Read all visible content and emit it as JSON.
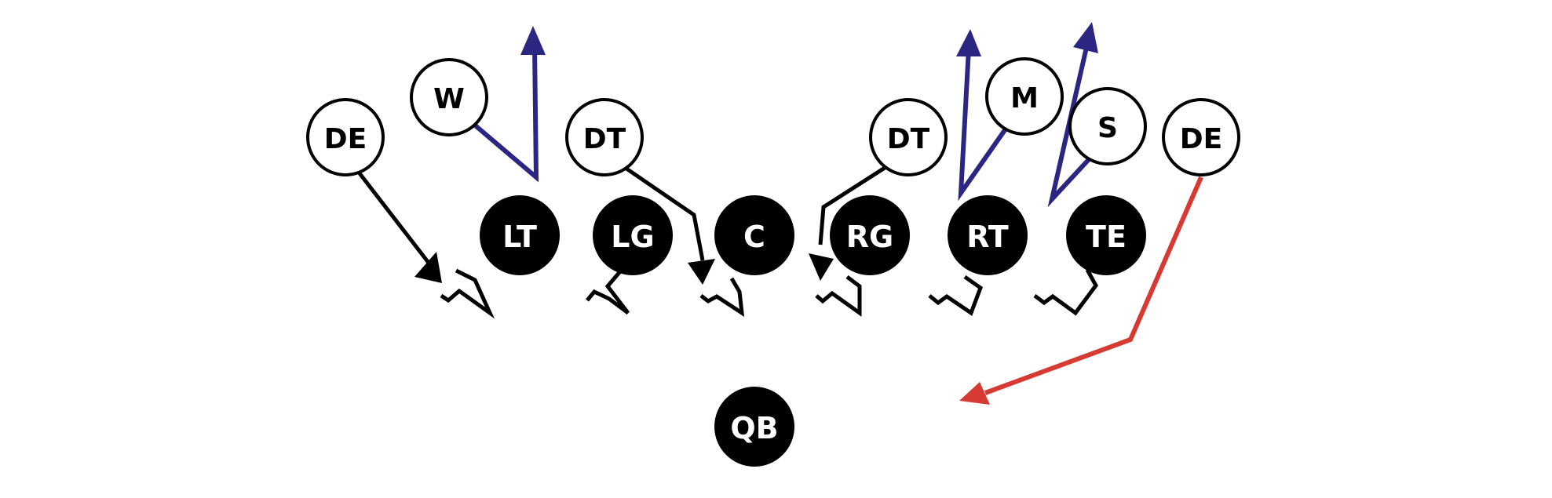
{
  "colors": {
    "offense_fill": "#000000",
    "offense_text": "#ffffff",
    "defense_fill": "#ffffff",
    "defense_stroke": "#000000",
    "blocking_path": "#000000",
    "linebacker_path": "#2c2683",
    "rusher_path": "#d63a32"
  },
  "offense": {
    "lt": "LT",
    "lg": "LG",
    "c": "C",
    "rg": "RG",
    "rt": "RT",
    "te": "TE",
    "qb": "QB"
  },
  "defense": {
    "de_left": "DE",
    "w": "W",
    "dt_left": "DT",
    "dt_right": "DT",
    "m": "M",
    "s": "S",
    "de_right": "DE"
  }
}
